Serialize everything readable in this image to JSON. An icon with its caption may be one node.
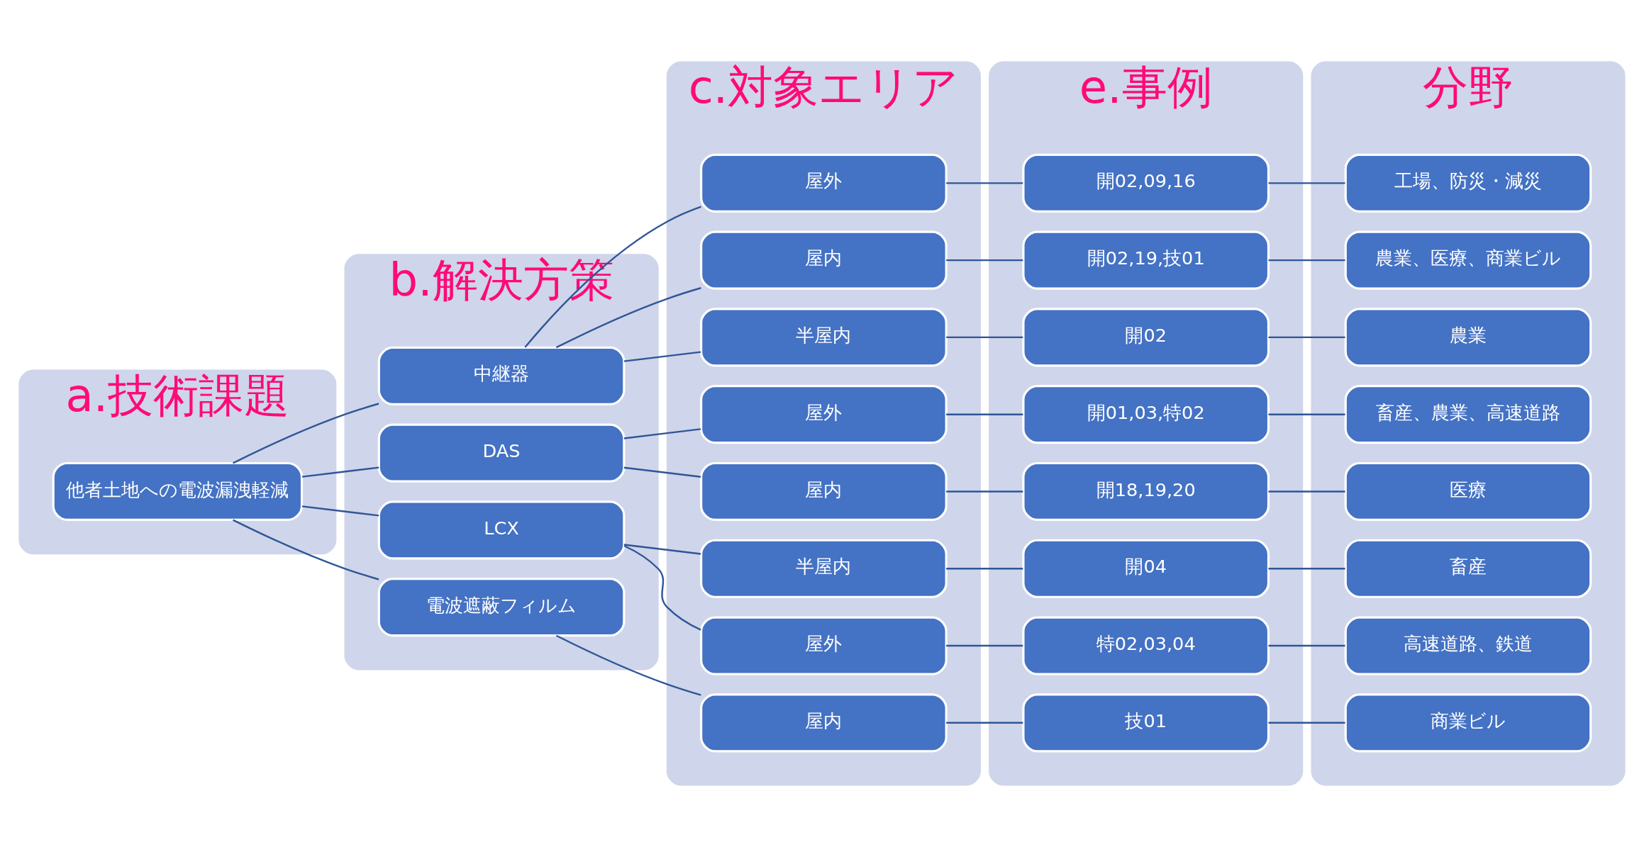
{
  "diagram": {
    "nodes": [
      {
        "text": [
          "a.技術課題"
        ]
      },
      {
        "text": [
          "他者土地への電波漏洩軽減"
        ],
        "in": 0
      },
      {
        "text": [
          "b.解決方策"
        ]
      },
      {
        "text": [
          "中継器"
        ],
        "in": 2
      },
      {
        "text": [
          "DAS"
        ],
        "in": 2
      },
      {
        "text": [
          "LCX"
        ],
        "in": 2
      },
      {
        "text": [
          "電波遮蔽フィルム"
        ],
        "in": 2
      },
      {
        "text": [
          "c.対象エリア"
        ]
      },
      {
        "text": [
          "屋外"
        ],
        "in": 7
      },
      {
        "text": [
          "屋内"
        ],
        "in": 7
      },
      {
        "text": [
          "半屋内"
        ],
        "in": 7
      },
      {
        "text": [
          "屋外"
        ],
        "in": 7
      },
      {
        "text": [
          "屋内"
        ],
        "in": 7
      },
      {
        "text": [
          "半屋内"
        ],
        "in": 7
      },
      {
        "text": [
          "屋外"
        ],
        "in": 7
      },
      {
        "text": [
          "屋内"
        ],
        "in": 7
      },
      {
        "text": [
          "e.事例"
        ]
      },
      {
        "text": [
          "開02,09,16"
        ],
        "in": 16
      },
      {
        "text": [
          "開02,19,技01"
        ],
        "in": 16
      },
      {
        "text": [
          "開02"
        ],
        "in": 16
      },
      {
        "text": [
          "開01,03,特02"
        ],
        "in": 16
      },
      {
        "text": [
          "開18,19,20"
        ],
        "in": 16
      },
      {
        "text": [
          "開04"
        ],
        "in": 16
      },
      {
        "text": [
          "特02,03,04"
        ],
        "in": 16
      },
      {
        "text": [
          "技01"
        ],
        "in": 16
      },
      {
        "text": [
          "分野"
        ]
      },
      {
        "text": [
          "工場、防災・減災"
        ],
        "in": 25
      },
      {
        "text": [
          "農業、医療、商業ビル"
        ],
        "in": 25
      },
      {
        "text": [
          "農業"
        ],
        "in": 25
      },
      {
        "text": [
          "畜産、農業、高速道路"
        ],
        "in": 25
      },
      {
        "text": [
          "医療"
        ],
        "in": 25
      },
      {
        "text": [
          "畜産"
        ],
        "in": 25
      },
      {
        "text": [
          "高速道路、鉄道"
        ],
        "in": 25
      },
      {
        "text": [
          "商業ビル"
        ],
        "in": 25
      }
    ],
    "edges": [
      {
        "from": 1,
        "to": 3,
        "arrow": "none"
      },
      {
        "from": 1,
        "to": 4,
        "arrow": "none"
      },
      {
        "from": 1,
        "to": 5,
        "arrow": "none"
      },
      {
        "from": 1,
        "to": 6,
        "arrow": "none"
      },
      {
        "from": 3,
        "to": 8,
        "arrow": "none"
      },
      {
        "from": 3,
        "to": 9,
        "arrow": "none"
      },
      {
        "from": 3,
        "to": 10,
        "arrow": "none"
      },
      {
        "from": 4,
        "to": 11,
        "arrow": "none"
      },
      {
        "from": 4,
        "to": 12,
        "arrow": "none"
      },
      {
        "from": 5,
        "to": 13,
        "arrow": "none"
      },
      {
        "from": 5,
        "to": 14,
        "arrow": "none"
      },
      {
        "from": 6,
        "to": 15,
        "arrow": "none"
      },
      {
        "from": 8,
        "to": 17,
        "arrow": "none"
      },
      {
        "from": 9,
        "to": 18,
        "arrow": "none"
      },
      {
        "from": 10,
        "to": 19,
        "arrow": "none"
      },
      {
        "from": 11,
        "to": 20,
        "arrow": "none"
      },
      {
        "from": 12,
        "to": 21,
        "arrow": "none"
      },
      {
        "from": 13,
        "to": 22,
        "arrow": "none"
      },
      {
        "from": 14,
        "to": 23,
        "arrow": "none"
      },
      {
        "from": 15,
        "to": 24,
        "arrow": "none"
      },
      {
        "from": 17,
        "to": 26,
        "arrow": "none"
      },
      {
        "from": 18,
        "to": 27,
        "arrow": "none"
      },
      {
        "from": 19,
        "to": 28,
        "arrow": "none"
      },
      {
        "from": 20,
        "to": 29,
        "arrow": "none"
      },
      {
        "from": 21,
        "to": 30,
        "arrow": "none"
      },
      {
        "from": 22,
        "to": 31,
        "arrow": "none"
      },
      {
        "from": 23,
        "to": 32,
        "arrow": "none"
      },
      {
        "from": 24,
        "to": 33,
        "arrow": "none"
      }
    ]
  }
}
